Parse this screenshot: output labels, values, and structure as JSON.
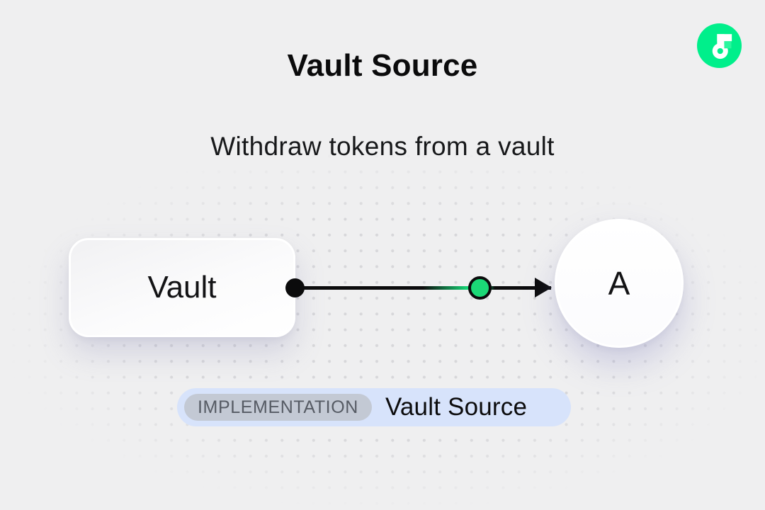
{
  "header": {
    "title": "Vault Source",
    "subtitle": "Withdraw tokens from a vault"
  },
  "brand": {
    "logo": "flow-logo",
    "logo_color": "#00ef8b",
    "logo_mark_color": "#ffffff"
  },
  "diagram": {
    "nodes": [
      {
        "id": "vault",
        "label": "Vault",
        "shape": "rounded-rect"
      },
      {
        "id": "account",
        "label": "A",
        "shape": "circle"
      }
    ],
    "edge": {
      "from": "Vault",
      "to": "A",
      "direction": "right",
      "token_dot_color": "#1bd977"
    }
  },
  "badge": {
    "tag": "IMPLEMENTATION",
    "label": "Vault Source",
    "bg": "#d7e3fb",
    "tag_bg": "#c3c9d4",
    "tag_text_color": "#565b64"
  },
  "colors": {
    "background": "#efeff0",
    "dot_grid": "#d7d7da",
    "text": "#0c0c0d",
    "line": "#0b0b0c"
  }
}
